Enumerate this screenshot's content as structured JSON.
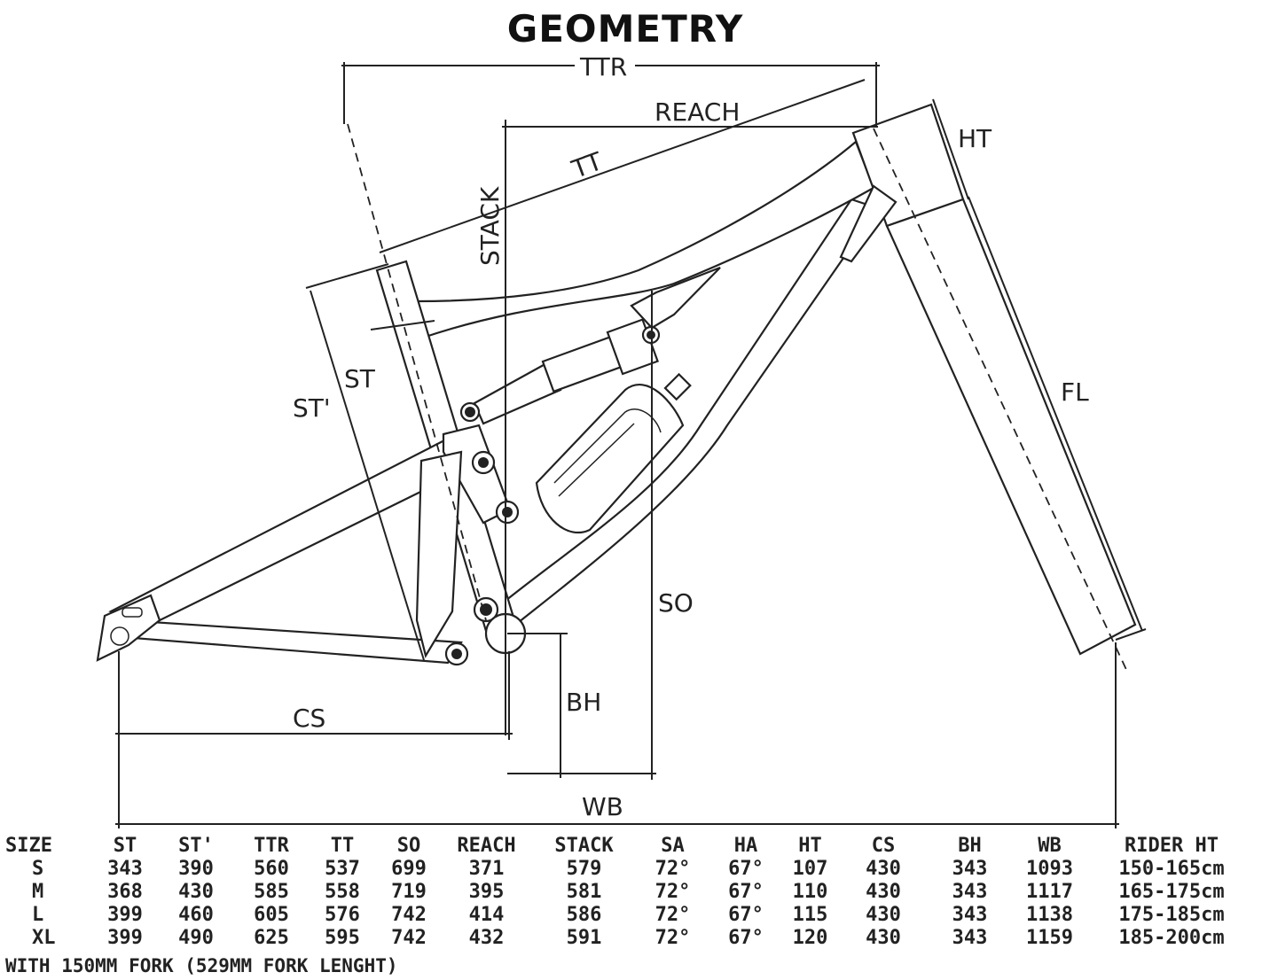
{
  "title": "GEOMETRY",
  "diagram": {
    "labels": {
      "ttr": "TTR",
      "reach": "REACH",
      "tt": "TT",
      "stack": "STACK",
      "ht": "HT",
      "st_prime": "ST'",
      "st": "ST",
      "fl": "FL",
      "so": "SO",
      "bh": "BH",
      "cs": "CS",
      "wb": "WB"
    }
  },
  "table": {
    "headers": [
      "SIZE",
      "ST",
      "ST'",
      "TTR",
      "TT",
      "SO",
      "REACH",
      "STACK",
      "SA",
      "HA",
      "HT",
      "CS",
      "BH",
      "WB",
      "RIDER HT"
    ],
    "rows": [
      [
        "S",
        "343",
        "390",
        "560",
        "537",
        "699",
        "371",
        "579",
        "72°",
        "67°",
        "107",
        "430",
        "343",
        "1093",
        "150-165cm"
      ],
      [
        "M",
        "368",
        "430",
        "585",
        "558",
        "719",
        "395",
        "581",
        "72°",
        "67°",
        "110",
        "430",
        "343",
        "1117",
        "165-175cm"
      ],
      [
        "L",
        "399",
        "460",
        "605",
        "576",
        "742",
        "414",
        "586",
        "72°",
        "67°",
        "115",
        "430",
        "343",
        "1138",
        "175-185cm"
      ],
      [
        "XL",
        "399",
        "490",
        "625",
        "595",
        "742",
        "432",
        "591",
        "72°",
        "67°",
        "120",
        "430",
        "343",
        "1159",
        "185-200cm"
      ]
    ]
  },
  "footnote": "WITH 150MM FORK (529MM FORK LENGHT)"
}
